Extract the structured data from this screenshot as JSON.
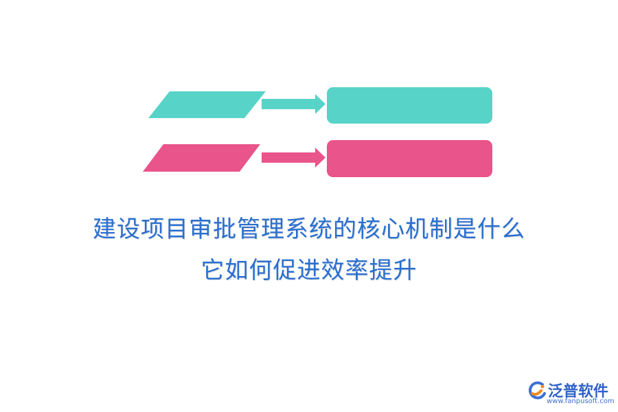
{
  "title": {
    "line1": "建设项目审批管理系统的核心机制是什么",
    "line2": "它如何促进效率提升"
  },
  "rows": [
    {
      "name": "teal",
      "color": "#58d3c8"
    },
    {
      "name": "pink",
      "color": "#e9548a"
    }
  ],
  "colors": {
    "title_text": "#2a6fd0",
    "logo_mark_blue": "#3b6fd4",
    "logo_mark_orange": "#f08a24",
    "logo_text": "#2f63c9",
    "logo_url": "#3f6fcc"
  },
  "logo": {
    "name": "泛普软件",
    "url": "www.fanpusoft.com",
    "icon": "fanpu-logo-icon"
  }
}
